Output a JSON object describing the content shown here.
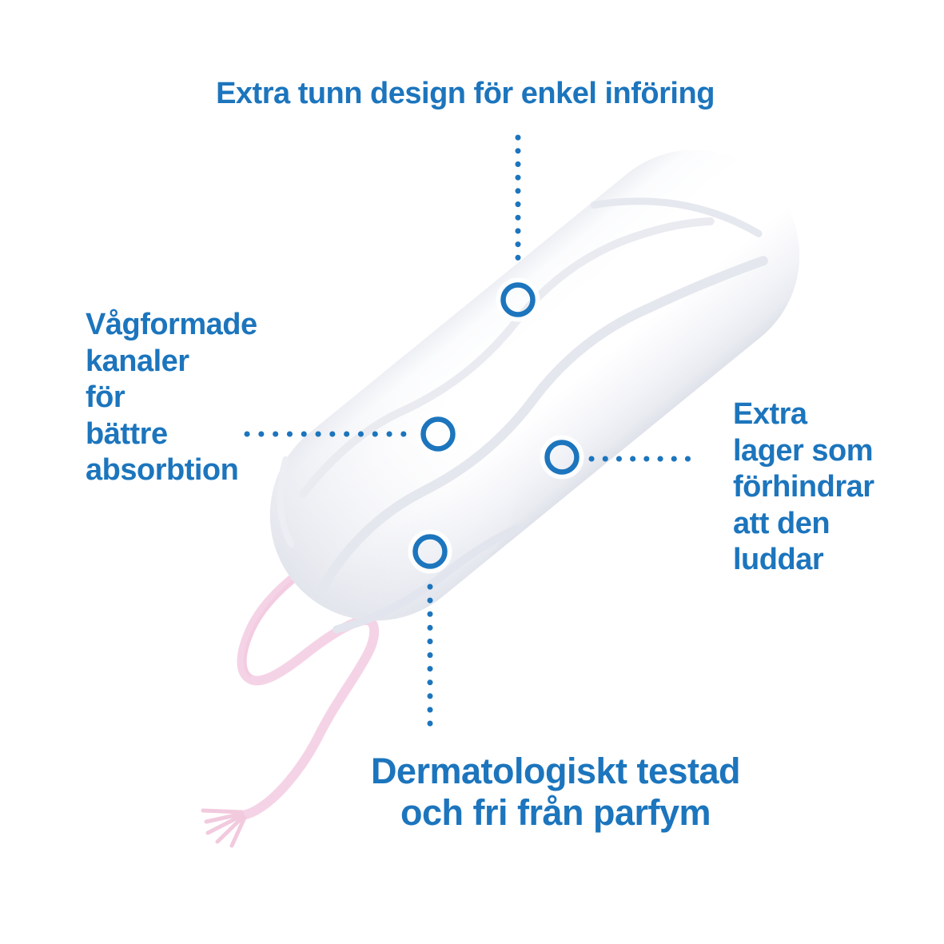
{
  "page": {
    "background": "#ffffff"
  },
  "colors": {
    "accent_blue": "#1c75bd",
    "string_pink": "#f5d3e6",
    "tampon_shade": "#e2e4ec"
  },
  "icons": [
    "tampon-illustration",
    "tampon-string",
    "callout-ring",
    "dotted-connector"
  ],
  "annotations": {
    "top": {
      "text": "Extra tunn design för enkel införing"
    },
    "left": {
      "lines": [
        "Vågformade",
        "kanaler",
        "för",
        "bättre",
        "absorbtion"
      ]
    },
    "right": {
      "lines": [
        "Extra",
        "lager som",
        "förhindrar",
        "att den",
        "luddar"
      ]
    },
    "bottom": {
      "lines": [
        "Dermatologiskt testad",
        "och fri från parfym"
      ]
    }
  }
}
